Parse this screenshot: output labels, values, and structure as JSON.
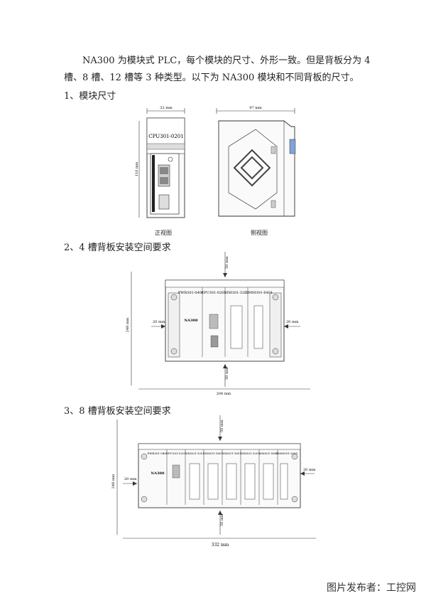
{
  "intro": "NA300 为模块式 PLC，每个模块的尺寸、外形一致。但是背板分为 4 槽、8 槽、12 槽等 3 种类型。以下为 NA300 模块和不同背板的尺寸。",
  "section1": {
    "heading": "1、模块尺寸",
    "front": {
      "caption": "正视图",
      "width": "32 mm",
      "height": "110 mm",
      "label": "CPU301-0201"
    },
    "side": {
      "caption": "侧视图",
      "width": "97 mm"
    }
  },
  "section2": {
    "heading": "2、4 槽背板安装空间要求",
    "top": "50 mm",
    "bottom": "50 mm",
    "left": "20 mm",
    "right": "20 mm",
    "height": "248 mm",
    "width": "204 mm",
    "brand": "NA300",
    "modules": [
      "PWR301-0401",
      "CPU301-0201",
      "DIM301-3201",
      "DMM301-6401"
    ]
  },
  "section3": {
    "heading": "3、8 槽背板安装空间要求",
    "top": "50 mm",
    "bottom": "50 mm",
    "left": "20 mm",
    "right": "20 mm",
    "height": "248 mm",
    "width": "332 mm",
    "brand": "NA300",
    "modules": [
      "PWR301-0401",
      "CPU301-0201",
      "DIM301-3201",
      "DIM301-1601",
      "DIM301-1601",
      "DIM301-3201",
      "AIM301-0801",
      "DMM301-3201"
    ]
  },
  "watermark": "图片发布者：工控网"
}
